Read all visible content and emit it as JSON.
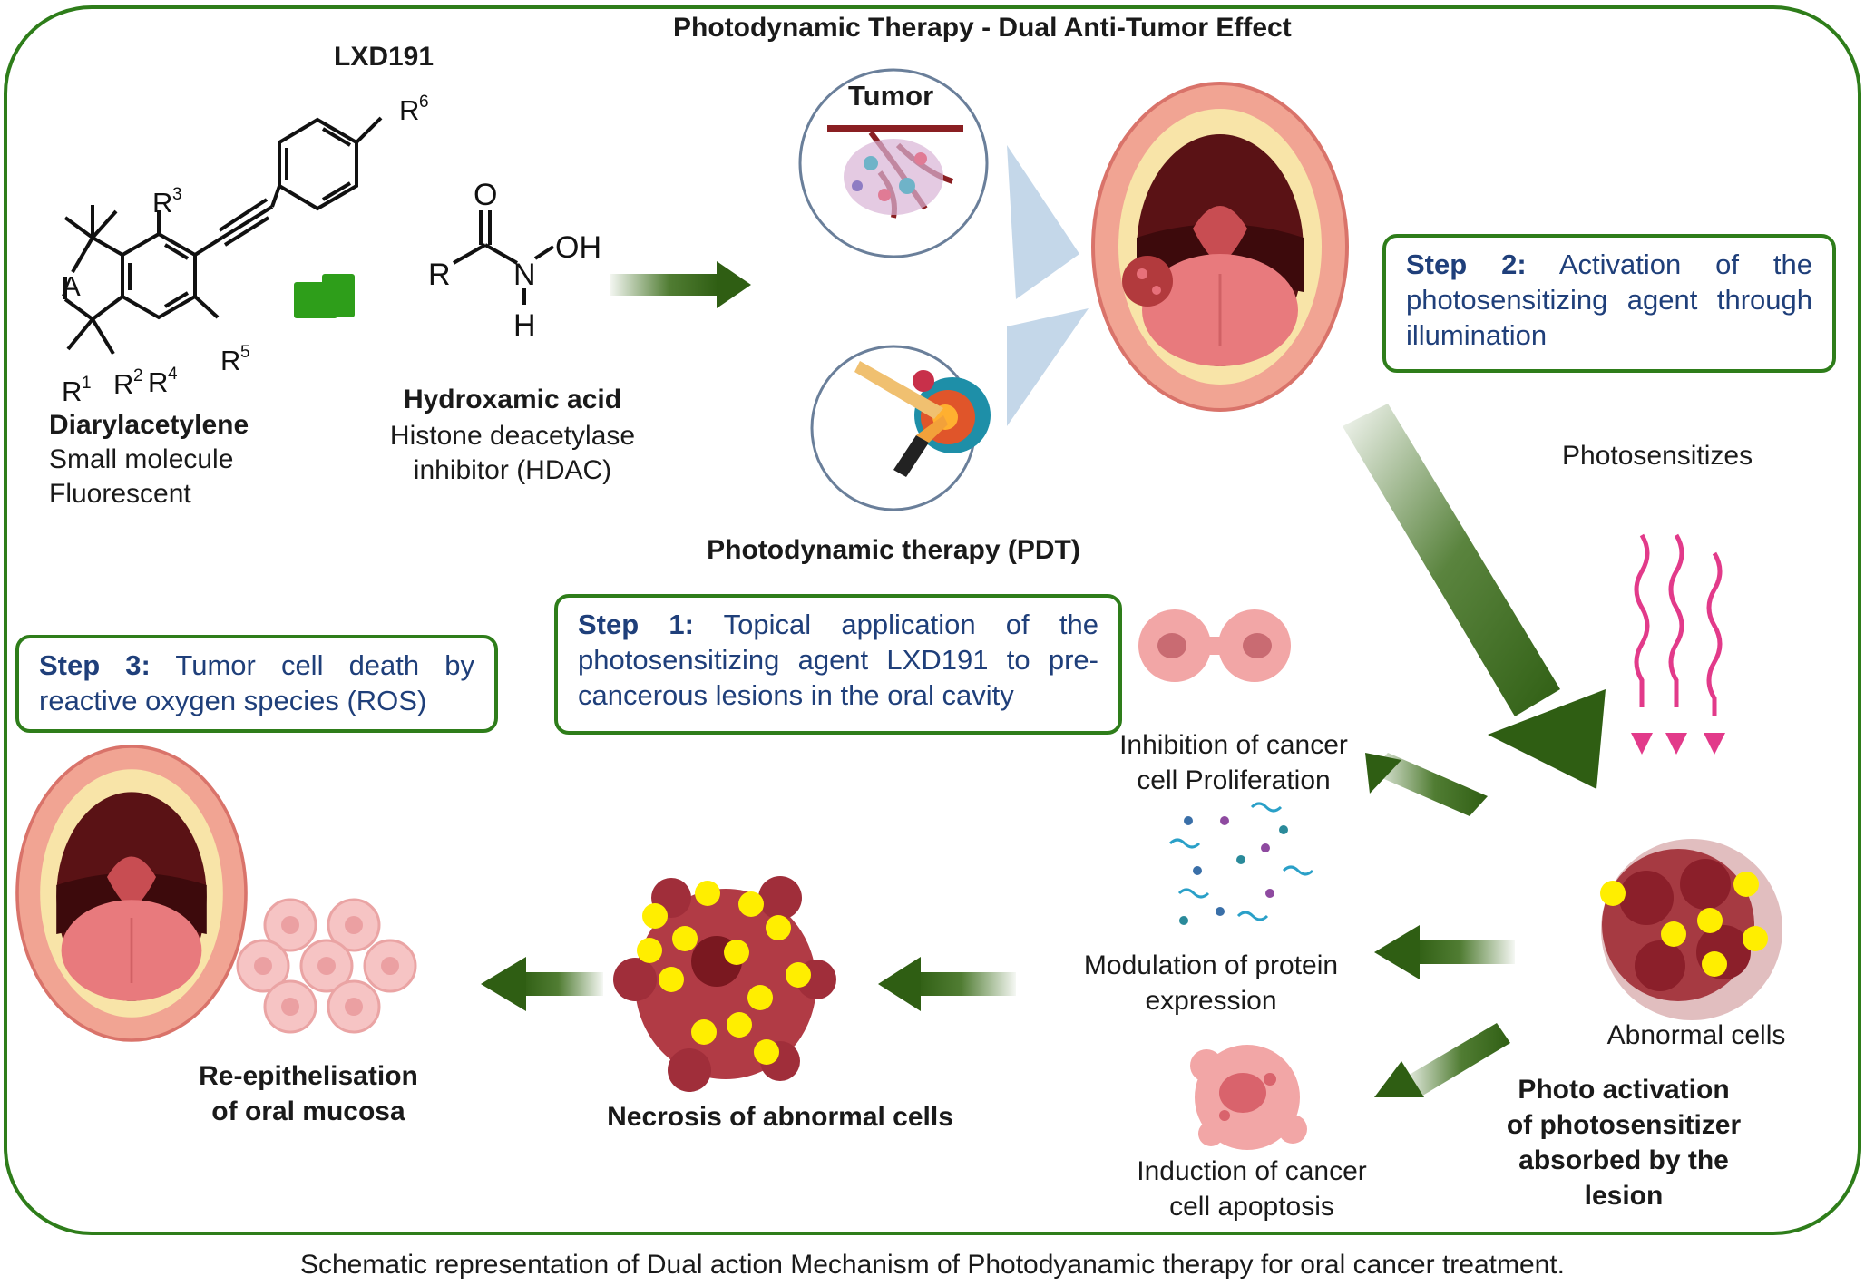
{
  "title": "Photodynamic Therapy - Dual Anti-Tumor Effect",
  "caption": "Schematic representation of Dual action Mechanism of Photodyanamic therapy for oral cancer treatment.",
  "compound": {
    "name": "LXD191",
    "part1": {
      "name": "Diarylacetylene",
      "line2": "Small molecule",
      "line3": "Fluorescent",
      "labels": {
        "r1": "R",
        "r1sup": "1",
        "r2": "R",
        "r2sup": "2",
        "r3": "R",
        "r3sup": "3",
        "r4": "R",
        "r4sup": "4",
        "r5": "R",
        "r5sup": "5",
        "r6": "R",
        "r6sup": "6",
        "a": "A"
      }
    },
    "part2": {
      "name": "Hydroxamic acid",
      "line2": "Histone deacetylase",
      "line3": "inhibitor (HDAC)",
      "atoms": {
        "o": "O",
        "r": "R",
        "n": "N",
        "oh": "OH",
        "h": "H"
      }
    }
  },
  "labels": {
    "tumor": "Tumor",
    "pdt": "Photodynamic therapy (PDT)",
    "photosensitizes": "Photosensitizes",
    "abnormal_cells": "Abnormal cells",
    "photo_activation": [
      "Photo activation",
      "of photosensitizer",
      "absorbed by the",
      "lesion"
    ],
    "inhibition": [
      "Inhibition of cancer",
      "cell Proliferation"
    ],
    "modulation": [
      "Modulation of protein",
      "expression"
    ],
    "induction": [
      "Induction of cancer",
      "cell apoptosis"
    ],
    "necrosis": "Necrosis of abnormal cells",
    "reepithelisation": [
      "Re-epithelisation",
      "of oral mucosa"
    ]
  },
  "steps": [
    {
      "label": "Step 1:",
      "text": "Topical application of the photosensitizing agent LXD191 to pre-cancerous lesions in the oral cavity"
    },
    {
      "label": "Step 2:",
      "text": "Activation of the photosensitizing agent through illumination"
    },
    {
      "label": "Step 3:",
      "text": "Tumor cell death by reactive oxygen species (ROS)"
    }
  ],
  "colors": {
    "frame": "#2e7d1a",
    "arrow": "#3d6e1c",
    "plus": "#2e9e1a",
    "step_text": "#1f3f7a",
    "light_wave": "#e23a8a",
    "ros_dot": "#ffee00",
    "cell_dark": "#8b1f2a"
  },
  "icons": [
    "mouth-icon",
    "tumor-tissue-icon",
    "pdt-laser-icon",
    "dividing-cell-icon",
    "protein-molecules-icon",
    "apoptotic-cell-icon",
    "abnormal-cells-icon",
    "necrosis-icon",
    "epithelial-cells-icon",
    "light-wave-icon"
  ]
}
